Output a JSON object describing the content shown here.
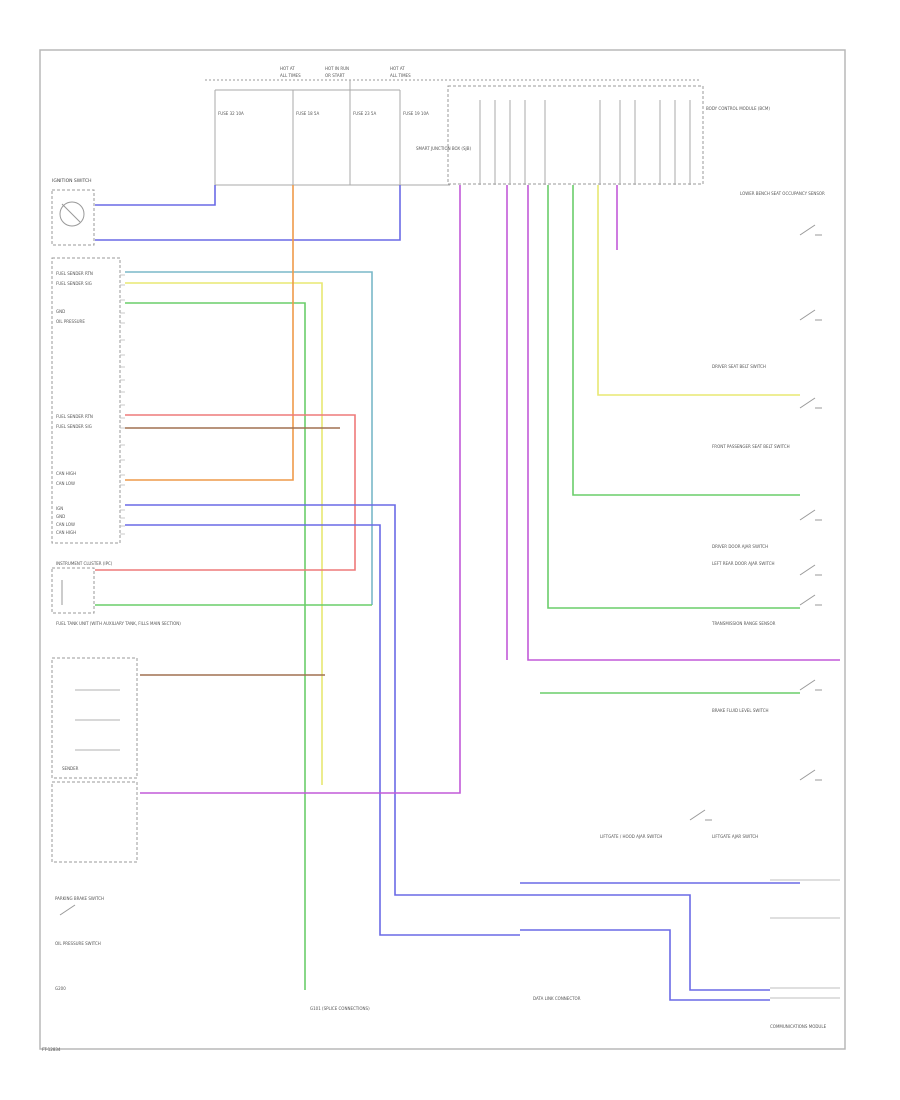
{
  "footer": {
    "code": "FT-12834"
  },
  "fuse_bus": {
    "header": [
      "HOT AT",
      "HOT IN RUN",
      "HOT AT"
    ],
    "header2": [
      "ALL TIMES",
      "OR START",
      "ALL TIMES"
    ],
    "fuses": [
      "FUSE 32 10A",
      "FUSE 18 5A",
      "FUSE 23 5A",
      "FUSE 19 10A"
    ],
    "smart_junction": "SMART JUNCTION BOX (SJB)",
    "body_control": "BODY CONTROL MODULE (BCM)"
  },
  "gauge": {
    "title": "INSTRUMENT CLUSTER (IPC)",
    "pins": [
      "FUEL SENDER RTN",
      "FUEL SENDER SIG",
      "GND",
      "OIL PRESSURE",
      "FUEL SENDER RTN",
      "FUEL SENDER SIG",
      "CAN HIGH",
      "CAN LOW",
      "IGN",
      "GND",
      "CAN LOW",
      "CAN HIGH"
    ]
  },
  "left_components": {
    "ignition_switch": "IGNITION SWITCH",
    "tank_unit": "FUEL TANK UNIT (WITH AUXILIARY TANK, FILLS MAIN SECTION)",
    "sender": "SENDER",
    "parking_brake": "PARKING BRAKE SWITCH",
    "oil_pressure_switch": "OIL PRESSURE SWITCH",
    "ground": "G200"
  },
  "right_components": [
    "LOWER BENCH SEAT OCCUPANCY SENSOR",
    "DRIVER SEAT BELT SWITCH",
    "FRONT PASSENGER SEAT BELT SWITCH",
    "DRIVER DOOR AJAR SWITCH",
    "LEFT REAR DOOR AJAR SWITCH",
    "TRANSMISSION RANGE SENSOR",
    "BRAKE FLUID LEVEL SWITCH",
    "LIFTGATE AJAR SWITCH",
    "LIFTGATE / HOOD AJAR SWITCH"
  ],
  "bottom_components": {
    "ground_note": "G101 (SPLICE CONNECTIONS)",
    "data_link": "DATA LINK CONNECTOR",
    "module": "COMMUNICATIONS MODULE"
  },
  "wire_colors": {
    "blue": "#6a6ae6",
    "violet": "#c25ad8",
    "orange": "#ee9a4a",
    "yellow": "#e8e872",
    "green": "#6acd6a",
    "cyan": "#7ab8c8",
    "red": "#ee7a7a",
    "teal": "#6ab4b4",
    "brown": "#a07050"
  }
}
